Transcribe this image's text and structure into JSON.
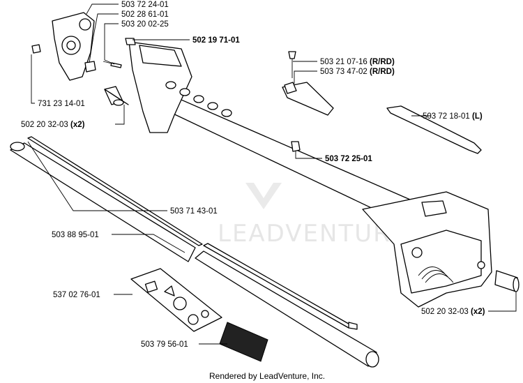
{
  "callouts": [
    {
      "id": "c1",
      "text": "503 72 24-01",
      "bold": ""
    },
    {
      "id": "c2",
      "text": "502 28 61-01",
      "bold": ""
    },
    {
      "id": "c3",
      "text": "503 20 02-25",
      "bold": ""
    },
    {
      "id": "c4",
      "text": "502 19 71-01",
      "bold": ""
    },
    {
      "id": "c5",
      "text": "503 21 07-16",
      "bold": "(R/RD)"
    },
    {
      "id": "c6",
      "text": "503 73 47-02",
      "bold": "(R/RD)"
    },
    {
      "id": "c7",
      "text": "503 72 18-01",
      "bold": "(L)"
    },
    {
      "id": "c8",
      "text": "731 23 14-01",
      "bold": ""
    },
    {
      "id": "c9",
      "text": "502 20 32-03",
      "bold": "(x2)"
    },
    {
      "id": "c10",
      "text": "503 72 25-01",
      "bold": ""
    },
    {
      "id": "c11",
      "text": "503 71 43-01",
      "bold": ""
    },
    {
      "id": "c12",
      "text": "503 88 95-01",
      "bold": ""
    },
    {
      "id": "c13",
      "text": "537 02 76-01",
      "bold": ""
    },
    {
      "id": "c14",
      "text": "502 20 32-03",
      "bold": "(x2)"
    },
    {
      "id": "c15",
      "text": "503 79 56-01",
      "bold": ""
    }
  ],
  "watermark": "LEADVENTURE",
  "footer": "Rendered by LeadVenture, Inc."
}
